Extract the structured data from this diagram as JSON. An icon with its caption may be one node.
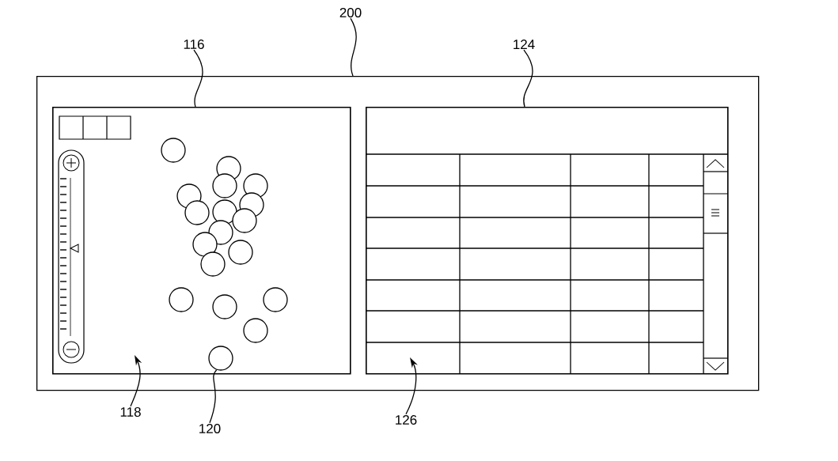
{
  "diagram": {
    "nodes": [
      {
        "text": [
          "200"
        ]
      },
      {
        "text": [],
        "shape": "box"
      },
      {
        "text": [
          "116"
        ]
      },
      {
        "text": [],
        "shape": "box",
        "in": 1
      },
      {
        "text": [
          "124"
        ]
      },
      {
        "text": [],
        "shape": "box",
        "in": 1
      },
      {
        "text": [
          "118"
        ]
      },
      {
        "text": [
          "120"
        ]
      },
      {
        "text": [],
        "shape": "circle",
        "in": 3
      },
      {
        "text": [
          "126"
        ]
      }
    ],
    "edges": [
      {
        "from": 0,
        "to": 1,
        "arrow": "none"
      },
      {
        "from": 2,
        "to": 3,
        "arrow": "none"
      },
      {
        "from": 4,
        "to": 5,
        "arrow": "none"
      },
      {
        "from": 6,
        "to": 3,
        "arrow": "to"
      },
      {
        "from": 7,
        "to": 8,
        "arrow": "none"
      },
      {
        "from": 9,
        "to": 5,
        "arrow": "to"
      }
    ]
  }
}
